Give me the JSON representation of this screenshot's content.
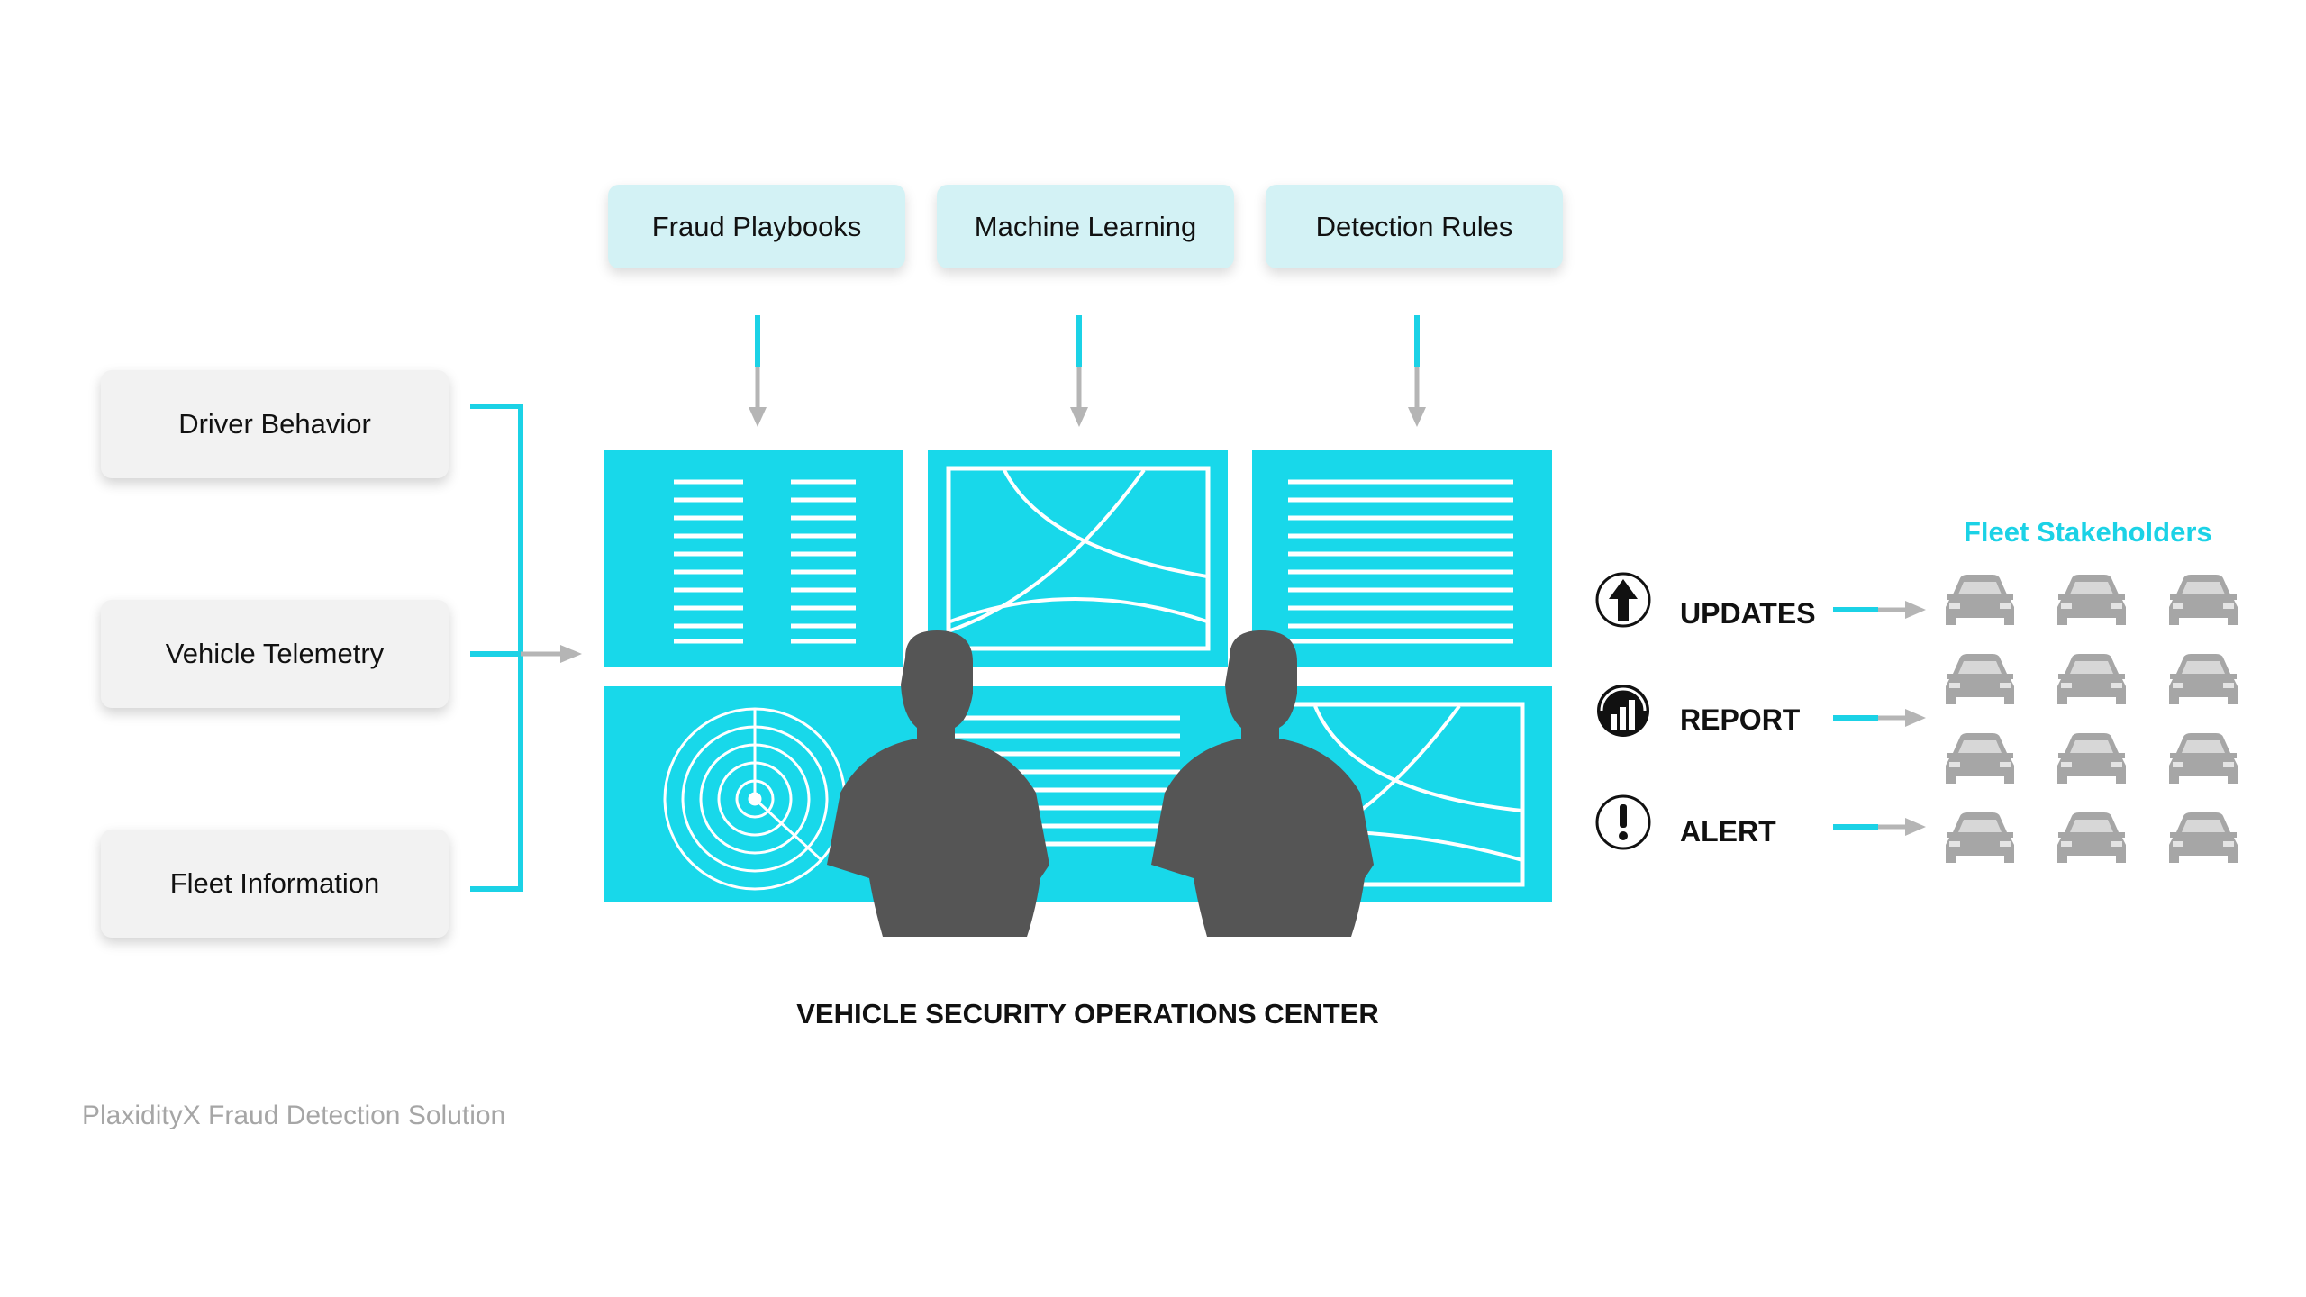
{
  "inputs": [
    {
      "label": "Driver Behavior"
    },
    {
      "label": "Vehicle Telemetry"
    },
    {
      "label": "Fleet Information"
    }
  ],
  "sources": [
    {
      "label": "Fraud Playbooks"
    },
    {
      "label": "Machine Learning"
    },
    {
      "label": "Detection Rules"
    }
  ],
  "center_title": "VEHICLE SECURITY OPERATIONS CENTER",
  "outputs": [
    {
      "label": "UPDATES",
      "icon": "arrow-up-circle-icon"
    },
    {
      "label": "REPORT",
      "icon": "bar-chart-circle-icon"
    },
    {
      "label": "ALERT",
      "icon": "exclamation-circle-icon"
    }
  ],
  "fleet_title": "Fleet Stakeholders",
  "footer": "PlaxidityX Fraud Detection Solution",
  "colors": {
    "accent": "#1bd2e6",
    "screen": "#18d8ea",
    "gray_arrow": "#b5b5b5",
    "silhouette": "#555555",
    "car": "#a6a6a6"
  }
}
